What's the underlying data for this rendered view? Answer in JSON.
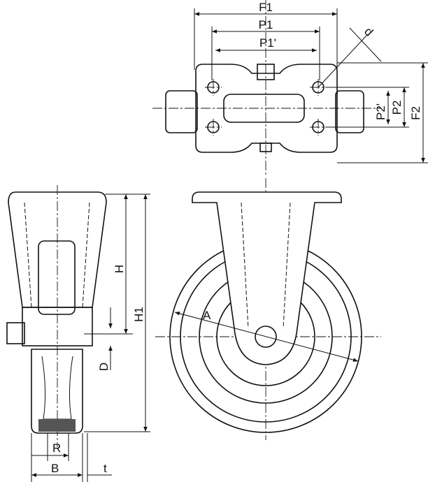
{
  "title": "Fixed caster dimension drawing",
  "labels": {
    "F1": "F1",
    "P1": "P1",
    "P1_prime": "P1'",
    "d": "d",
    "P2_prime": "P2'",
    "P2": "P2",
    "F2": "F2",
    "H": "H",
    "H1": "H1",
    "D": "D",
    "A": "A",
    "R": "R",
    "B": "B",
    "t": "t"
  }
}
